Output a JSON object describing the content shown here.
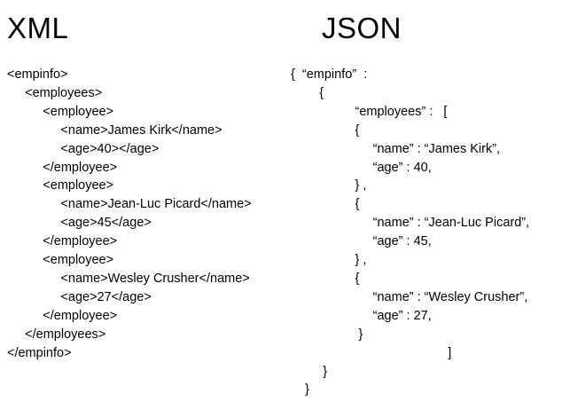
{
  "page": {
    "background": "#ffffff",
    "text_color": "#000000"
  },
  "xml_panel": {
    "heading": "XML",
    "code_lines": [
      "<empinfo>",
      "     <employees>",
      "          <employee>",
      "               <name>James Kirk</name>",
      "               <age>40></age>",
      "          </employee>",
      "          <employee>",
      "               <name>Jean-Luc Picard</name>",
      "               <age>45</age>",
      "          </employee>",
      "          <employee>",
      "               <name>Wesley Crusher</name>",
      "               <age>27</age>",
      "          </employee>",
      "     </employees>",
      "</empinfo>"
    ]
  },
  "json_panel": {
    "heading": "JSON",
    "code_lines": [
      "{  “empinfo”  :",
      "        {",
      "                  “employees” :   [",
      "                  {",
      "                       “name” : “James Kirk”,",
      "                       “age” : 40,",
      "                  } ,",
      "                  {",
      "                       “name” : “Jean-Luc Picard”,",
      "                       “age” : 45,",
      "                  } ,",
      "                  {",
      "                       “name” : “Wesley Crusher”,",
      "                       “age” : 27,",
      "                   }",
      "                                            ]",
      "         }",
      "    }"
    ]
  }
}
